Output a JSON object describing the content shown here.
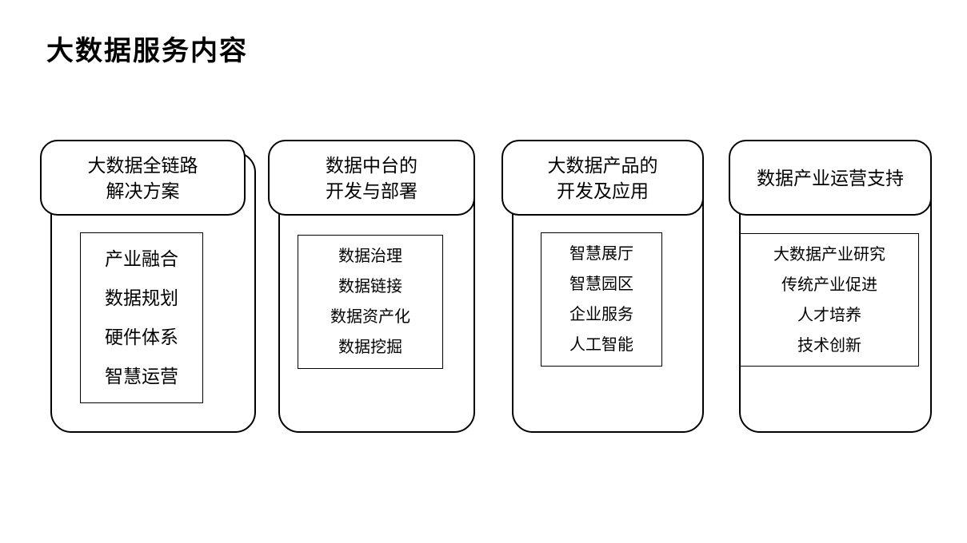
{
  "slide": {
    "title": "大数据服务内容",
    "background_color": "#FFFFFF",
    "line_color": "#000000",
    "text_color": "#000000"
  },
  "cards": [
    {
      "id": "card-1",
      "header": "大数据全链路\n解决方案",
      "items": [
        "产业融合",
        "数据规划",
        "硬件体系",
        "智慧运营"
      ]
    },
    {
      "id": "card-2",
      "header": "数据中台的\n开发与部署",
      "items": [
        "数据治理",
        "数据链接",
        "数据资产化",
        "数据挖掘"
      ]
    },
    {
      "id": "card-3",
      "header": "大数据产品的\n开发及应用",
      "items": [
        "智慧展厅",
        "智慧园区",
        "企业服务",
        "人工智能"
      ]
    },
    {
      "id": "card-4",
      "header": "数据产业运营支持",
      "items": [
        "大数据产业研究",
        "传统产业促进",
        "人才培养",
        "技术创新"
      ]
    }
  ]
}
